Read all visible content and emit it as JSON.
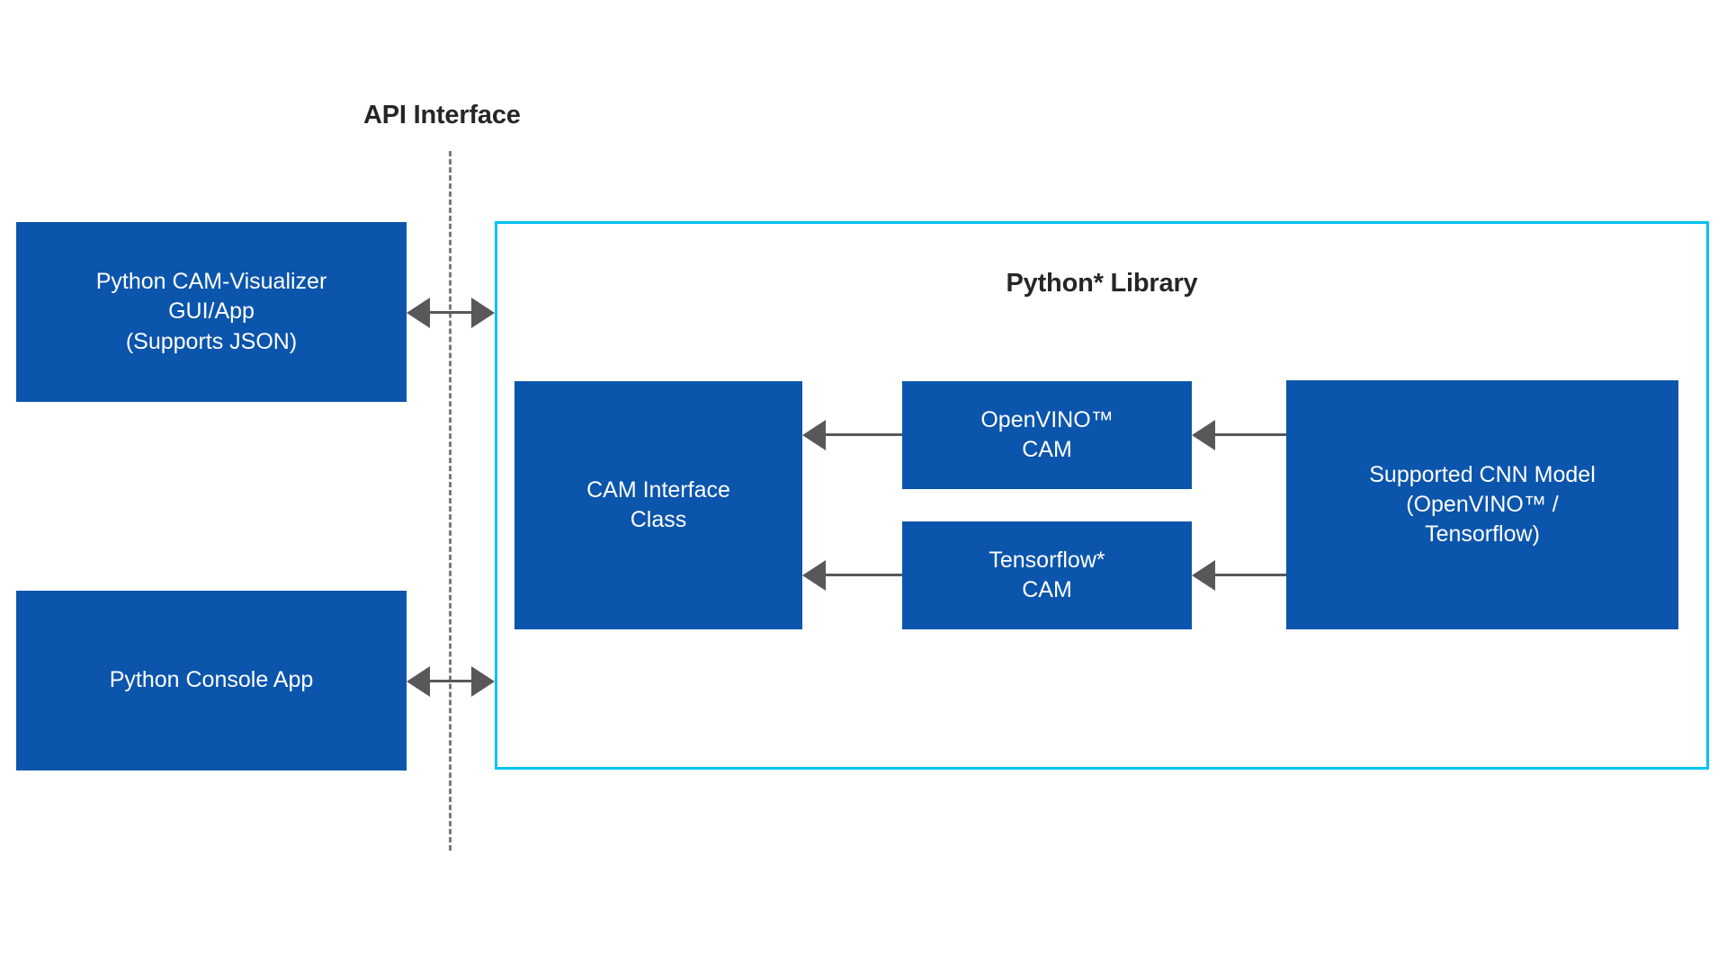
{
  "diagram": {
    "title_left": "API Interface",
    "library": {
      "title": "Python* Library",
      "border_color": "#00c3f0"
    },
    "colors": {
      "block_blue": "#0b55ac",
      "block_text": "#ffffff",
      "arrow_gray": "#58585b",
      "divider_gray": "#7a7a7a",
      "heading_text": "#262626",
      "background": "#ffffff"
    },
    "blocks": {
      "gui_app": {
        "line1": "Python CAM-Visualizer",
        "line2": "GUI/App",
        "line3": "(Supports JSON)"
      },
      "console_app": {
        "line1": "Python Console App"
      },
      "cam_interface": {
        "line1": "CAM Interface",
        "line2": "Class"
      },
      "openvino_cam": {
        "line1": "OpenVINO™",
        "line2": "CAM"
      },
      "tensorflow_cam": {
        "line1": "Tensorflow*",
        "line2": "CAM"
      },
      "supported_cnn_model": {
        "line1": "Supported CNN Model",
        "line2": "(OpenVINO™ /",
        "line3": "Tensorflow)"
      }
    },
    "connectors": [
      {
        "name": "gui-to-library",
        "direction": "bidirectional"
      },
      {
        "name": "console-to-library",
        "direction": "bidirectional"
      },
      {
        "name": "openvino-cam-to-cam-interface",
        "direction": "left"
      },
      {
        "name": "tensorflow-cam-to-cam-interface",
        "direction": "left"
      },
      {
        "name": "cnn-model-to-openvino-cam",
        "direction": "left"
      },
      {
        "name": "cnn-model-to-tensorflow-cam",
        "direction": "left"
      }
    ]
  }
}
